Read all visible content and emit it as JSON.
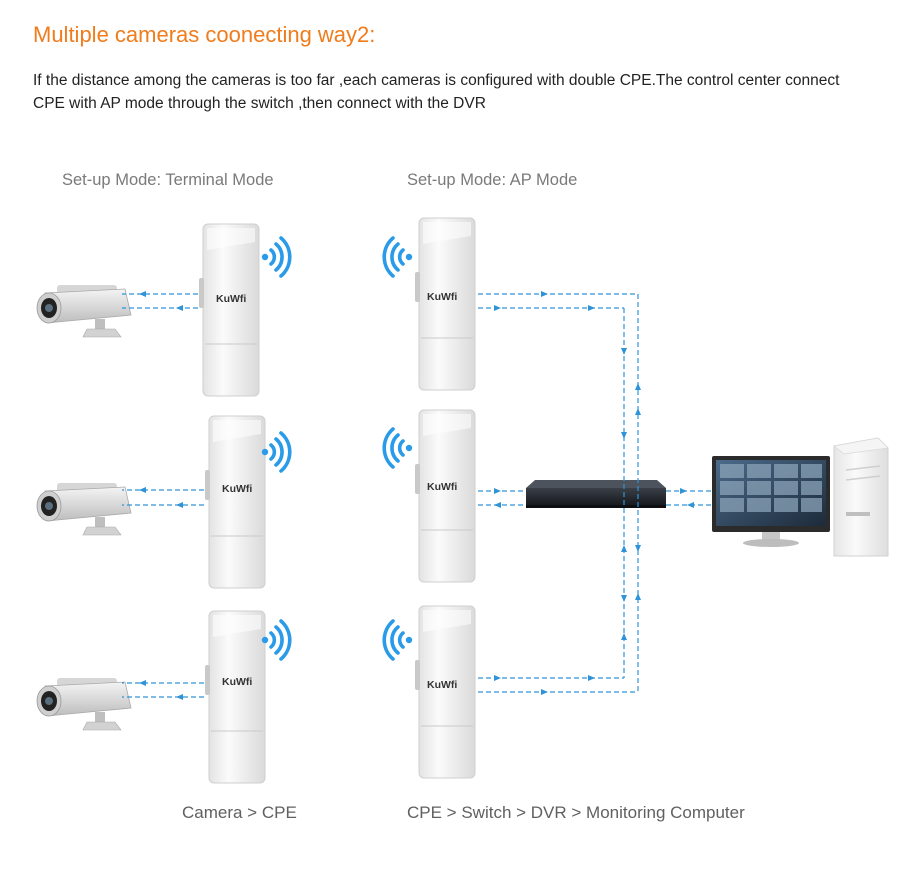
{
  "heading": "Multiple cameras coonecting way2:",
  "description": "If the distance among the cameras is too far ,each cameras is configured with double CPE.The control center connect CPE with AP mode through the switch ,then connect with the DVR",
  "mode_labels": {
    "terminal": "Set-up Mode: Terminal Mode",
    "ap": "Set-up Mode: AP Mode"
  },
  "flow_labels": {
    "camera_cpe": "Camera > CPE",
    "cpe_chain": "CPE > Switch > DVR > Monitoring Computer"
  },
  "device_brand": "KuWfi",
  "colors": {
    "heading": "#f07c1c",
    "link": "#2f93d8",
    "wifi": "#2a9be8"
  },
  "icons": [
    "camera-icon",
    "cpe-icon",
    "wifi-icon",
    "switch-icon",
    "computer-icon"
  ]
}
